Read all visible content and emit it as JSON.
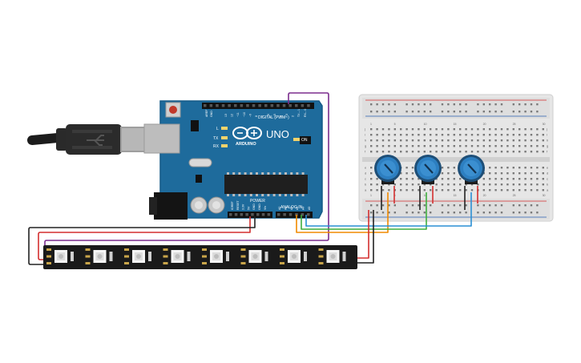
{
  "arduino": {
    "brand": "ARDUINO",
    "model": "UNO",
    "digital_label": "DIGITAL (PWM~)",
    "analog_label": "ANALOG IN",
    "power_label": "POWER",
    "on_label": "ON",
    "tx_label": "TX",
    "rx_label": "RX",
    "l_label": "L",
    "aref_label": "AREF",
    "gnd_label": "GND",
    "digital_pins": [
      "13",
      "12",
      "~11",
      "~10",
      "~9",
      "8",
      "7",
      "~6",
      "~5",
      "4",
      "~3",
      "2",
      "TX→1",
      "RX←0"
    ],
    "power_pins": [
      "IOREF",
      "RESET",
      "3.3V",
      "5V",
      "GND",
      "GND",
      "Vin"
    ],
    "analog_pins": [
      "A0",
      "A1",
      "A2",
      "A3",
      "A4",
      "A5"
    ]
  },
  "breadboard": {
    "column_numbers": [
      "1",
      "5",
      "10",
      "15",
      "20",
      "25",
      "30"
    ],
    "row_letters_top": [
      "j",
      "i",
      "h",
      "g",
      "f"
    ],
    "row_letters_bottom": [
      "e",
      "d",
      "c",
      "b",
      "a"
    ]
  },
  "led_strip": {
    "pixel_count": 8
  },
  "potentiometers": {
    "count": 3
  },
  "colors": {
    "board": "#1e6b9c",
    "board_dark": "#155a87",
    "breadboard": "#e8e8e8",
    "strip": "#1a1a1a",
    "pot_knob": "#2d7fc1",
    "wire_purple": "#7b2d8e",
    "wire_red": "#d32f2f",
    "wire_black": "#222222",
    "wire_orange": "#f08a00",
    "wire_green": "#3fae3f",
    "wire_blue": "#2a8fd4"
  }
}
